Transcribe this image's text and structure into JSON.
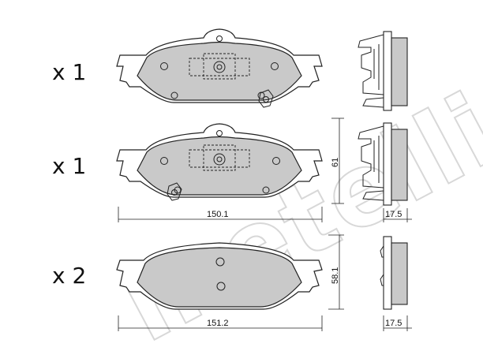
{
  "watermark": {
    "text": "metelli"
  },
  "quantities": [
    {
      "label": "x 1"
    },
    {
      "label": "x 1"
    },
    {
      "label": "x 2"
    }
  ],
  "dimensions": {
    "height_top": "61",
    "width_top": "150.1",
    "thickness_top": "17.5",
    "height_bottom": "58.1",
    "width_bottom": "151.2",
    "thickness_bottom": "17.5"
  }
}
